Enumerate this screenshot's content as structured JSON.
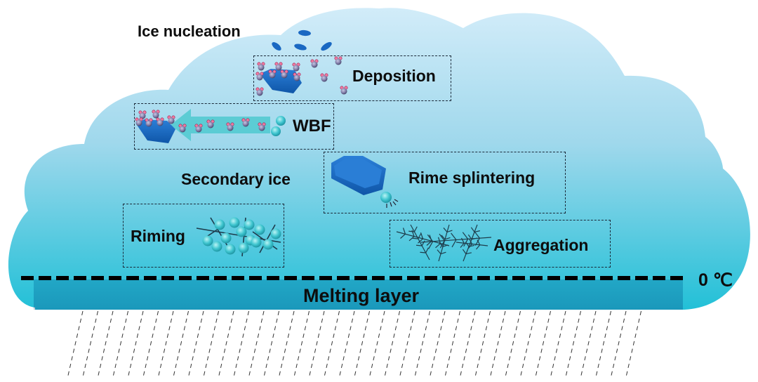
{
  "diagram": {
    "title_labels": {
      "ice_nucleation": "Ice nucleation",
      "secondary_ice": "Secondary ice",
      "freezing_level": "0 ℃",
      "melting_layer": "Melting layer"
    },
    "processes": [
      {
        "id": "deposition",
        "label": "Deposition",
        "group": "primary"
      },
      {
        "id": "wbf",
        "label": "WBF",
        "group": "primary"
      },
      {
        "id": "rime-splintering",
        "label": "Rime splintering",
        "group": "secondary"
      },
      {
        "id": "riming",
        "label": "Riming",
        "group": "growth"
      },
      {
        "id": "aggregation",
        "label": "Aggregation",
        "group": "growth"
      }
    ],
    "icons": {
      "ice_crystal": "hexagonal-ice-plate-icon",
      "water_vapor": "water-molecule-icon",
      "cloud_droplet": "supercooled-droplet-icon",
      "snowflake": "dendrite-snowflake-icon",
      "arrow": "left-arrow-icon",
      "rain": "rain-streaks-icon"
    },
    "colors": {
      "cloud_top": "#c9e9f8",
      "cloud_bottom": "#25c2d8",
      "melting_layer": "#1f9ec0",
      "ice": "#1565c0",
      "droplet": "#3fc5cf",
      "freezing_line": "#000000",
      "label_text": "#0d0d0d"
    }
  }
}
